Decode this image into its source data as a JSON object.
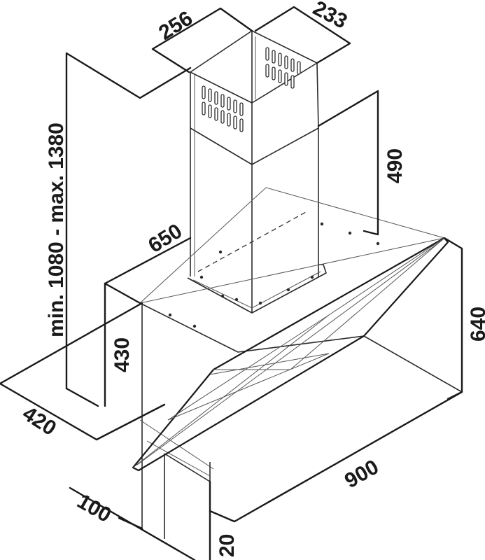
{
  "dimensions": {
    "duct_width": "256",
    "duct_depth": "233",
    "overall_height": "min. 1080 - max. 1380",
    "duct_height": "490",
    "canopy_depth": "650",
    "body_height": "430",
    "glass_height": "640",
    "glass_depth": "420",
    "hood_width": "900",
    "front_offset": "100",
    "bottom_thickness": "20"
  },
  "colors": {
    "line": "#1a1a1a",
    "background": "#ffffff"
  }
}
